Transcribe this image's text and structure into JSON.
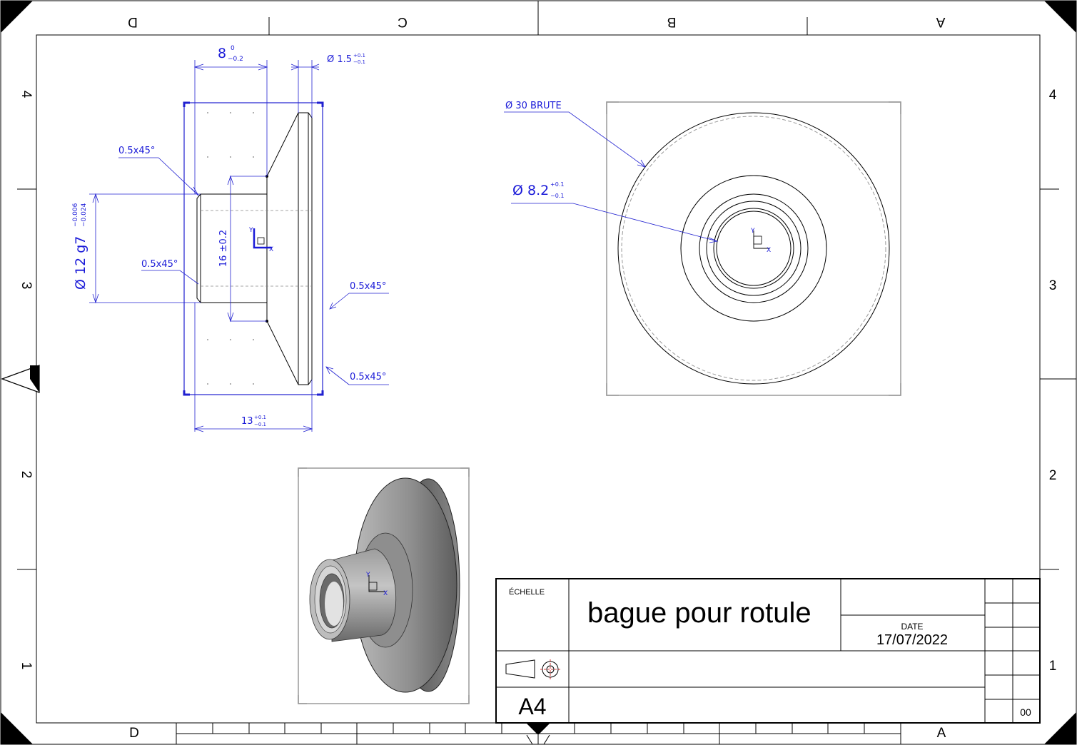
{
  "border": {
    "top_cols": [
      "D",
      "C",
      "B",
      "A"
    ],
    "bottom_cols": [
      "D",
      "A"
    ],
    "left_rows": [
      "4",
      "3",
      "2",
      "1"
    ],
    "right_rows": [
      "4",
      "3",
      "2",
      "1"
    ]
  },
  "front_view": {
    "dim_top_value": "8",
    "dim_top_upper": "0",
    "dim_top_lower": "−0.2",
    "dim_flange_prefix": "Ø 1.5",
    "dim_flange_upper": "+0.1",
    "dim_flange_lower": "−0.1",
    "chamfer_1": "0.5x45°",
    "chamfer_2": "0.5x45°",
    "chamfer_3": "0.5x45°",
    "chamfer_4": "0.5x45°",
    "dim_bore_value": "16 ±0.2",
    "dim_dia_value": "Ø 12 g7",
    "dim_dia_upper": "−0.006",
    "dim_dia_lower": "−0.024",
    "dim_bottom_value": "13",
    "dim_bottom_upper": "+0.1",
    "dim_bottom_lower": "−0.1"
  },
  "side_view": {
    "label_outer": "Ø 30  BRUTE",
    "label_inner_value": "Ø 8.2",
    "label_inner_upper": "+0.1",
    "label_inner_lower": "−0.1"
  },
  "title_block": {
    "scale_label": "ÉCHELLE",
    "title": "bague pour rotule",
    "date_label": "DATE",
    "date_value": "17/07/2022",
    "format": "A4",
    "revision": "00"
  },
  "axis_labels": {
    "x": "X",
    "y": "Y"
  }
}
